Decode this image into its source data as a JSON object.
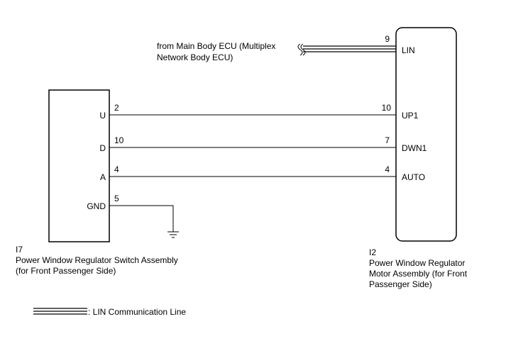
{
  "external_source": {
    "line1": "from Main Body ECU (Multiplex",
    "line2": "Network Body ECU)"
  },
  "switch_assembly": {
    "code": "I7",
    "name_line1": "Power Window Regulator Switch Assembly",
    "name_line2": "(for Front Passenger Side)",
    "terminals": [
      {
        "label": "U",
        "pin": "2"
      },
      {
        "label": "D",
        "pin": "10"
      },
      {
        "label": "A",
        "pin": "4"
      },
      {
        "label": "GND",
        "pin": "5"
      }
    ]
  },
  "motor_assembly": {
    "code": "I2",
    "name_line1": "Power Window Regulator",
    "name_line2": "Motor Assembly (for Front",
    "name_line3": "Passenger Side)",
    "terminals": [
      {
        "label": "LIN",
        "pin": "9"
      },
      {
        "label": "UP1",
        "pin": "10"
      },
      {
        "label": "DWN1",
        "pin": "7"
      },
      {
        "label": "AUTO",
        "pin": "4"
      }
    ]
  },
  "legend": {
    "label": ": LIN Communication Line"
  }
}
